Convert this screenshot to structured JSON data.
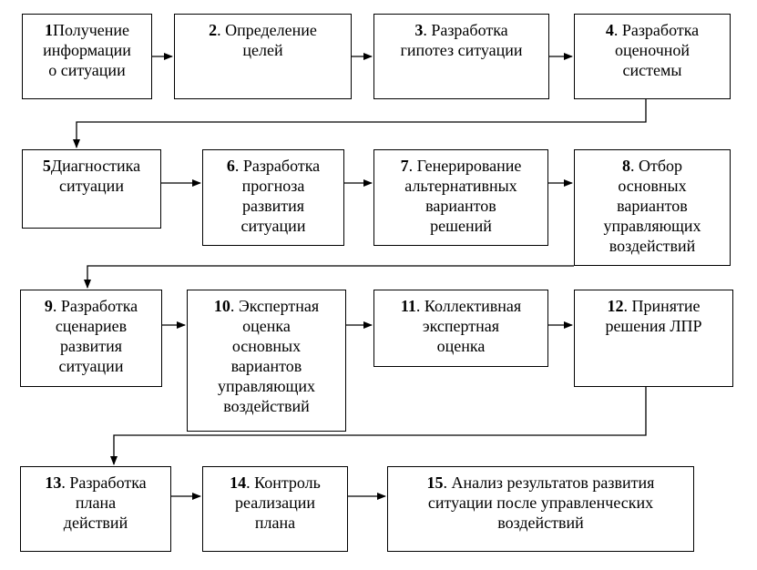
{
  "nodes": [
    {
      "num": "1",
      "sep": "",
      "text": [
        "Получение",
        "информации",
        "о ситуации"
      ]
    },
    {
      "num": "2",
      "sep": ". ",
      "text": [
        "Определение",
        "целей"
      ]
    },
    {
      "num": "3",
      "sep": ". ",
      "text": [
        "Разработка",
        "гипотез ситуации"
      ]
    },
    {
      "num": "4",
      "sep": ". ",
      "text": [
        "Разработка",
        "оценочной",
        "системы"
      ]
    },
    {
      "num": "5",
      "sep": "",
      "text": [
        "Диагностика",
        "ситуации"
      ]
    },
    {
      "num": "6",
      "sep": ". ",
      "text": [
        "Разработка",
        "прогноза",
        "развития",
        "ситуации"
      ]
    },
    {
      "num": "7",
      "sep": ". ",
      "text": [
        "Генерирование",
        "альтернативных",
        "вариантов",
        "решений"
      ]
    },
    {
      "num": "8",
      "sep": ". ",
      "text": [
        "Отбор",
        "основных",
        "вариантов",
        "управляющих",
        "воздействий"
      ]
    },
    {
      "num": "9",
      "sep": ". ",
      "text": [
        "Разработка",
        "сценариев",
        "развития",
        "ситуации"
      ]
    },
    {
      "num": "10",
      "sep": ". ",
      "text": [
        "Экспертная",
        "оценка",
        "основных",
        "вариантов",
        "управляющих",
        "воздействий"
      ]
    },
    {
      "num": "11",
      "sep": ". ",
      "text": [
        "Коллективная",
        "экспертная",
        "оценка"
      ]
    },
    {
      "num": "12",
      "sep": ". ",
      "text": [
        "Принятие",
        "решения ЛПР"
      ]
    },
    {
      "num": "13",
      "sep": ". ",
      "text": [
        "Разработка",
        "плана",
        "действий"
      ]
    },
    {
      "num": "14",
      "sep": ". ",
      "text": [
        "Контроль",
        "реализации",
        "плана"
      ]
    },
    {
      "num": "15",
      "sep": ". ",
      "text": [
        "Анализ результатов развития",
        "ситуации после управленческих",
        "воздействий"
      ]
    }
  ]
}
